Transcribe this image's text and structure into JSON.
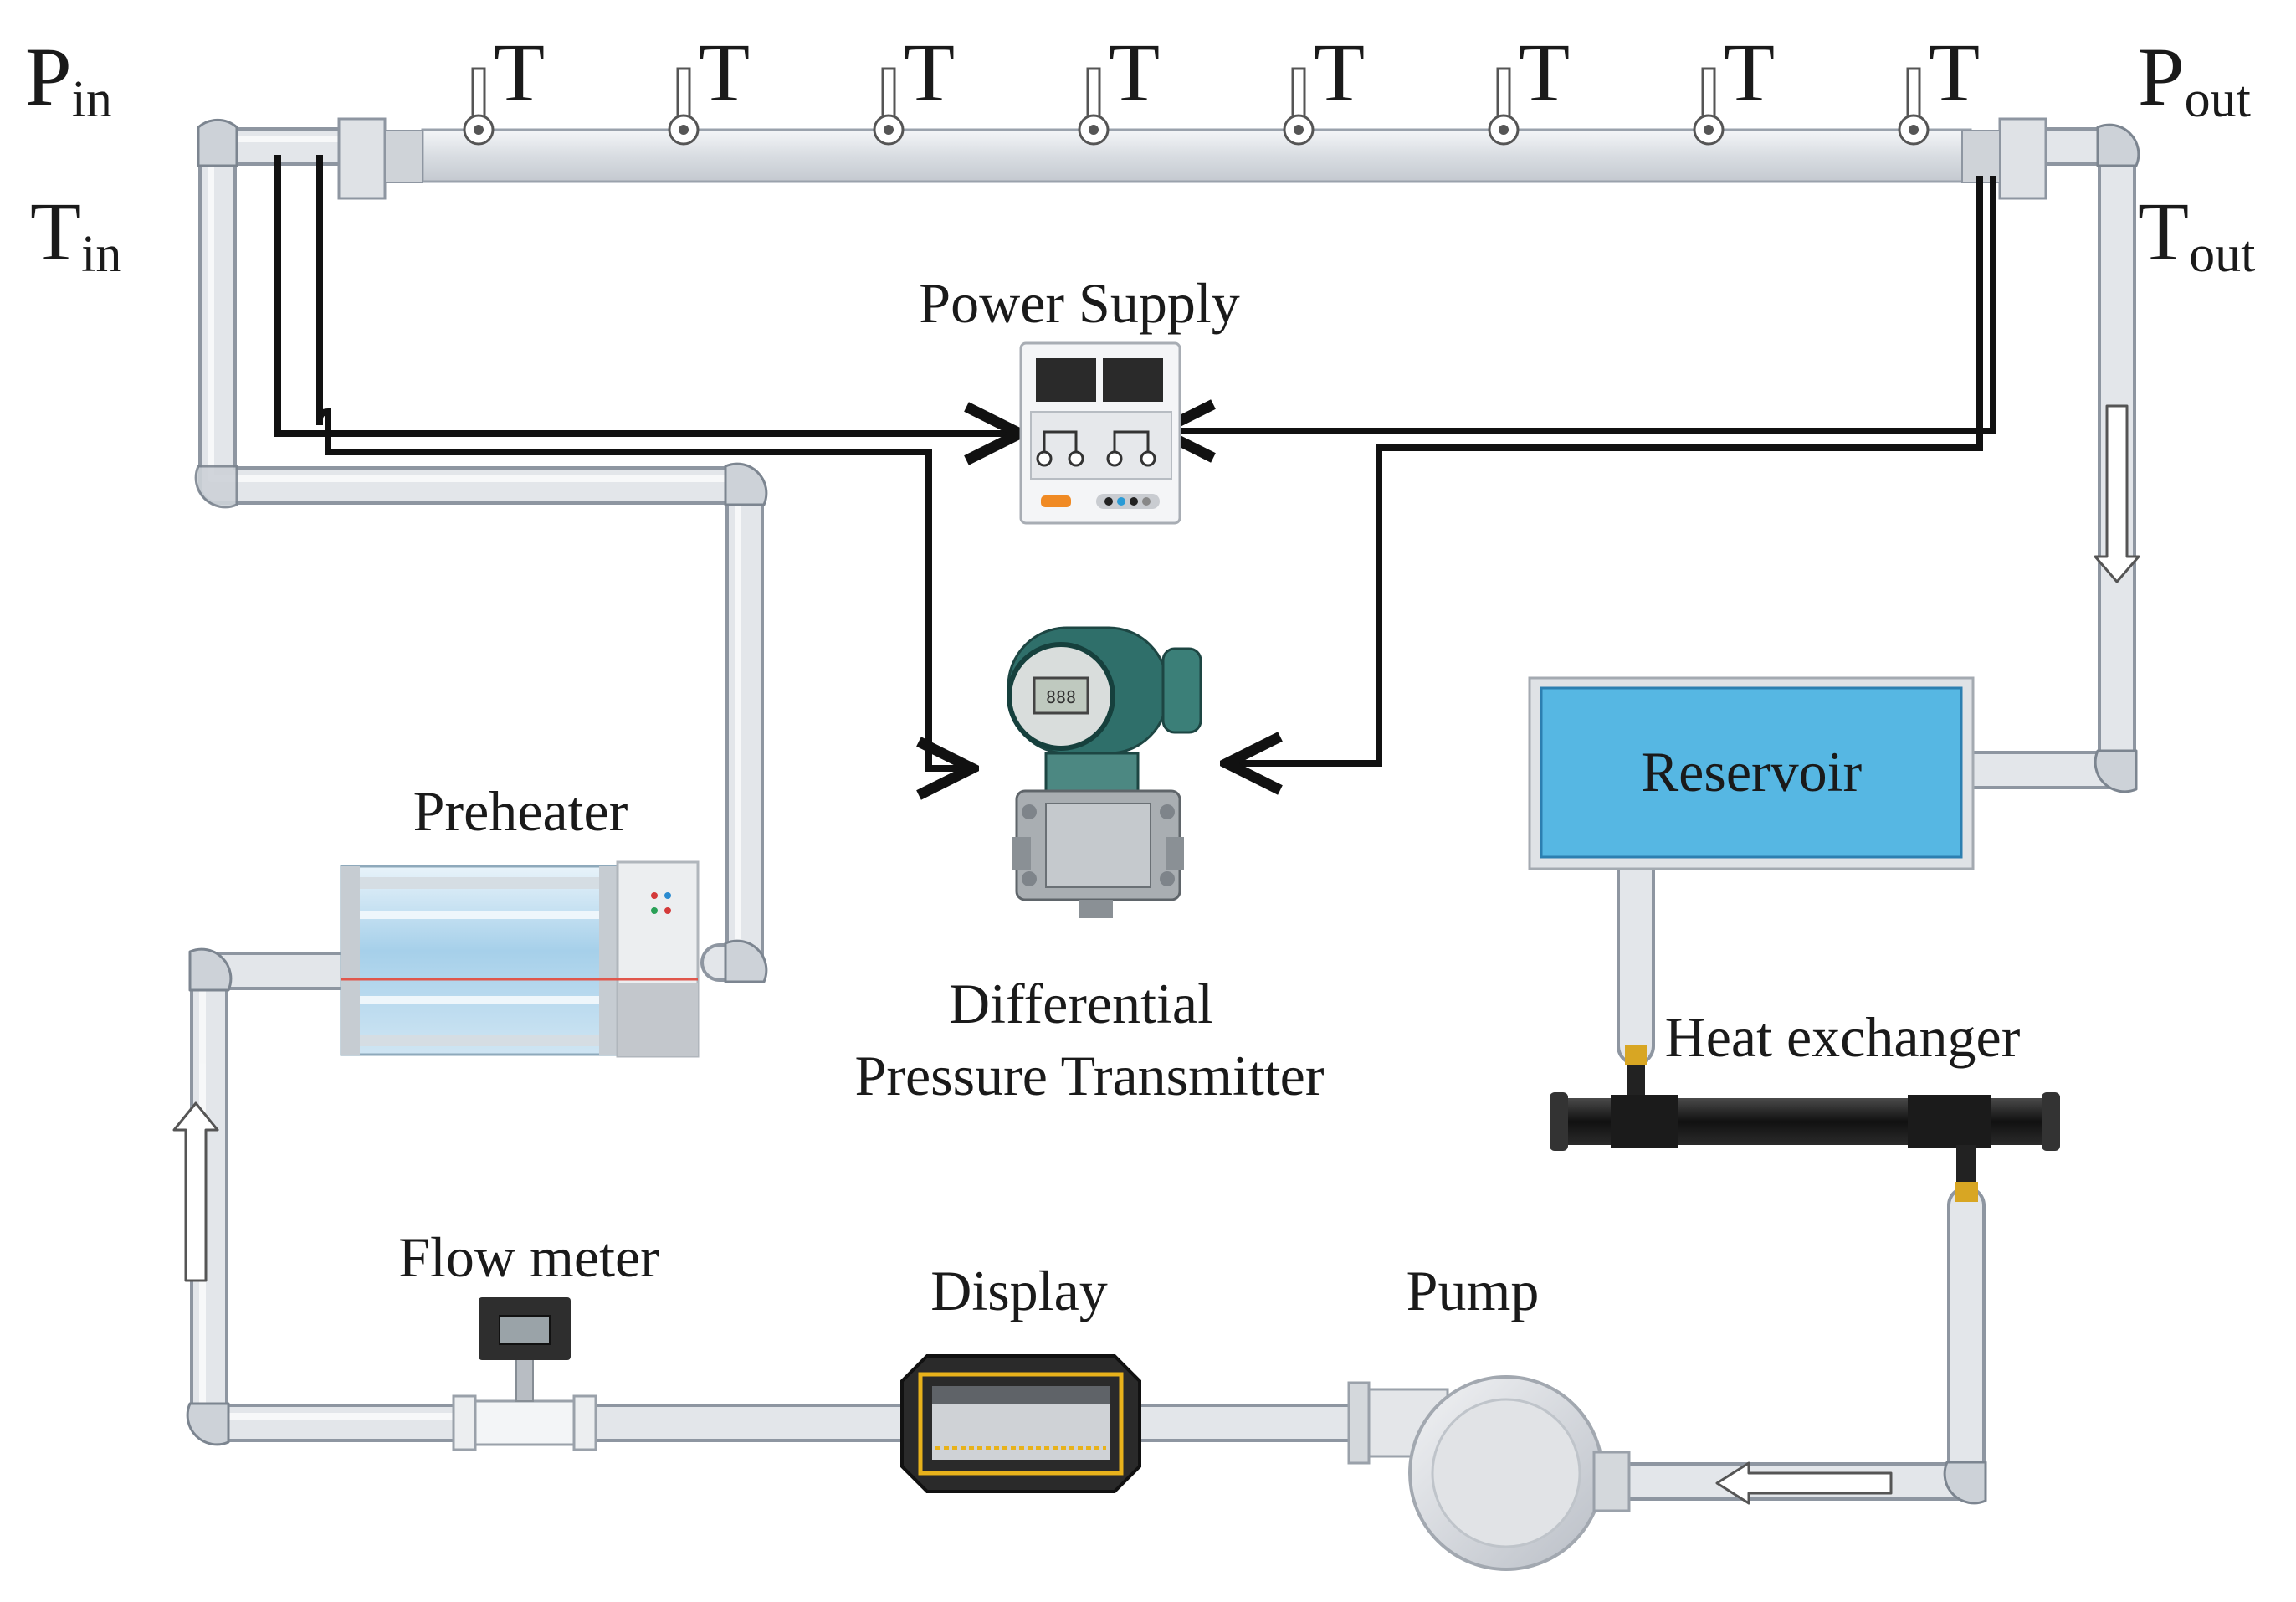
{
  "labels": {
    "p_in": "P",
    "p_in_sub": "in",
    "t_in": "T",
    "t_in_sub": "in",
    "p_out": "P",
    "p_out_sub": "out",
    "t_out": "T",
    "t_out_sub": "out",
    "thermocouple": "T",
    "power_supply": "Power Supply",
    "dpt_line1": "Differential",
    "dpt_line2": "Pressure Transmitter",
    "preheater": "Preheater",
    "reservoir": "Reservoir",
    "heat_exchanger": "Heat exchanger",
    "flow_meter": "Flow meter",
    "display": "Display",
    "pump": "Pump"
  },
  "colors": {
    "pipe_fill": "#e3e6ea",
    "pipe_stroke": "#8e96a1",
    "wire": "#111111",
    "reservoir": "#56b7e3",
    "display_accent": "#e8b21b",
    "dpt_body": "#2f6f6a"
  }
}
